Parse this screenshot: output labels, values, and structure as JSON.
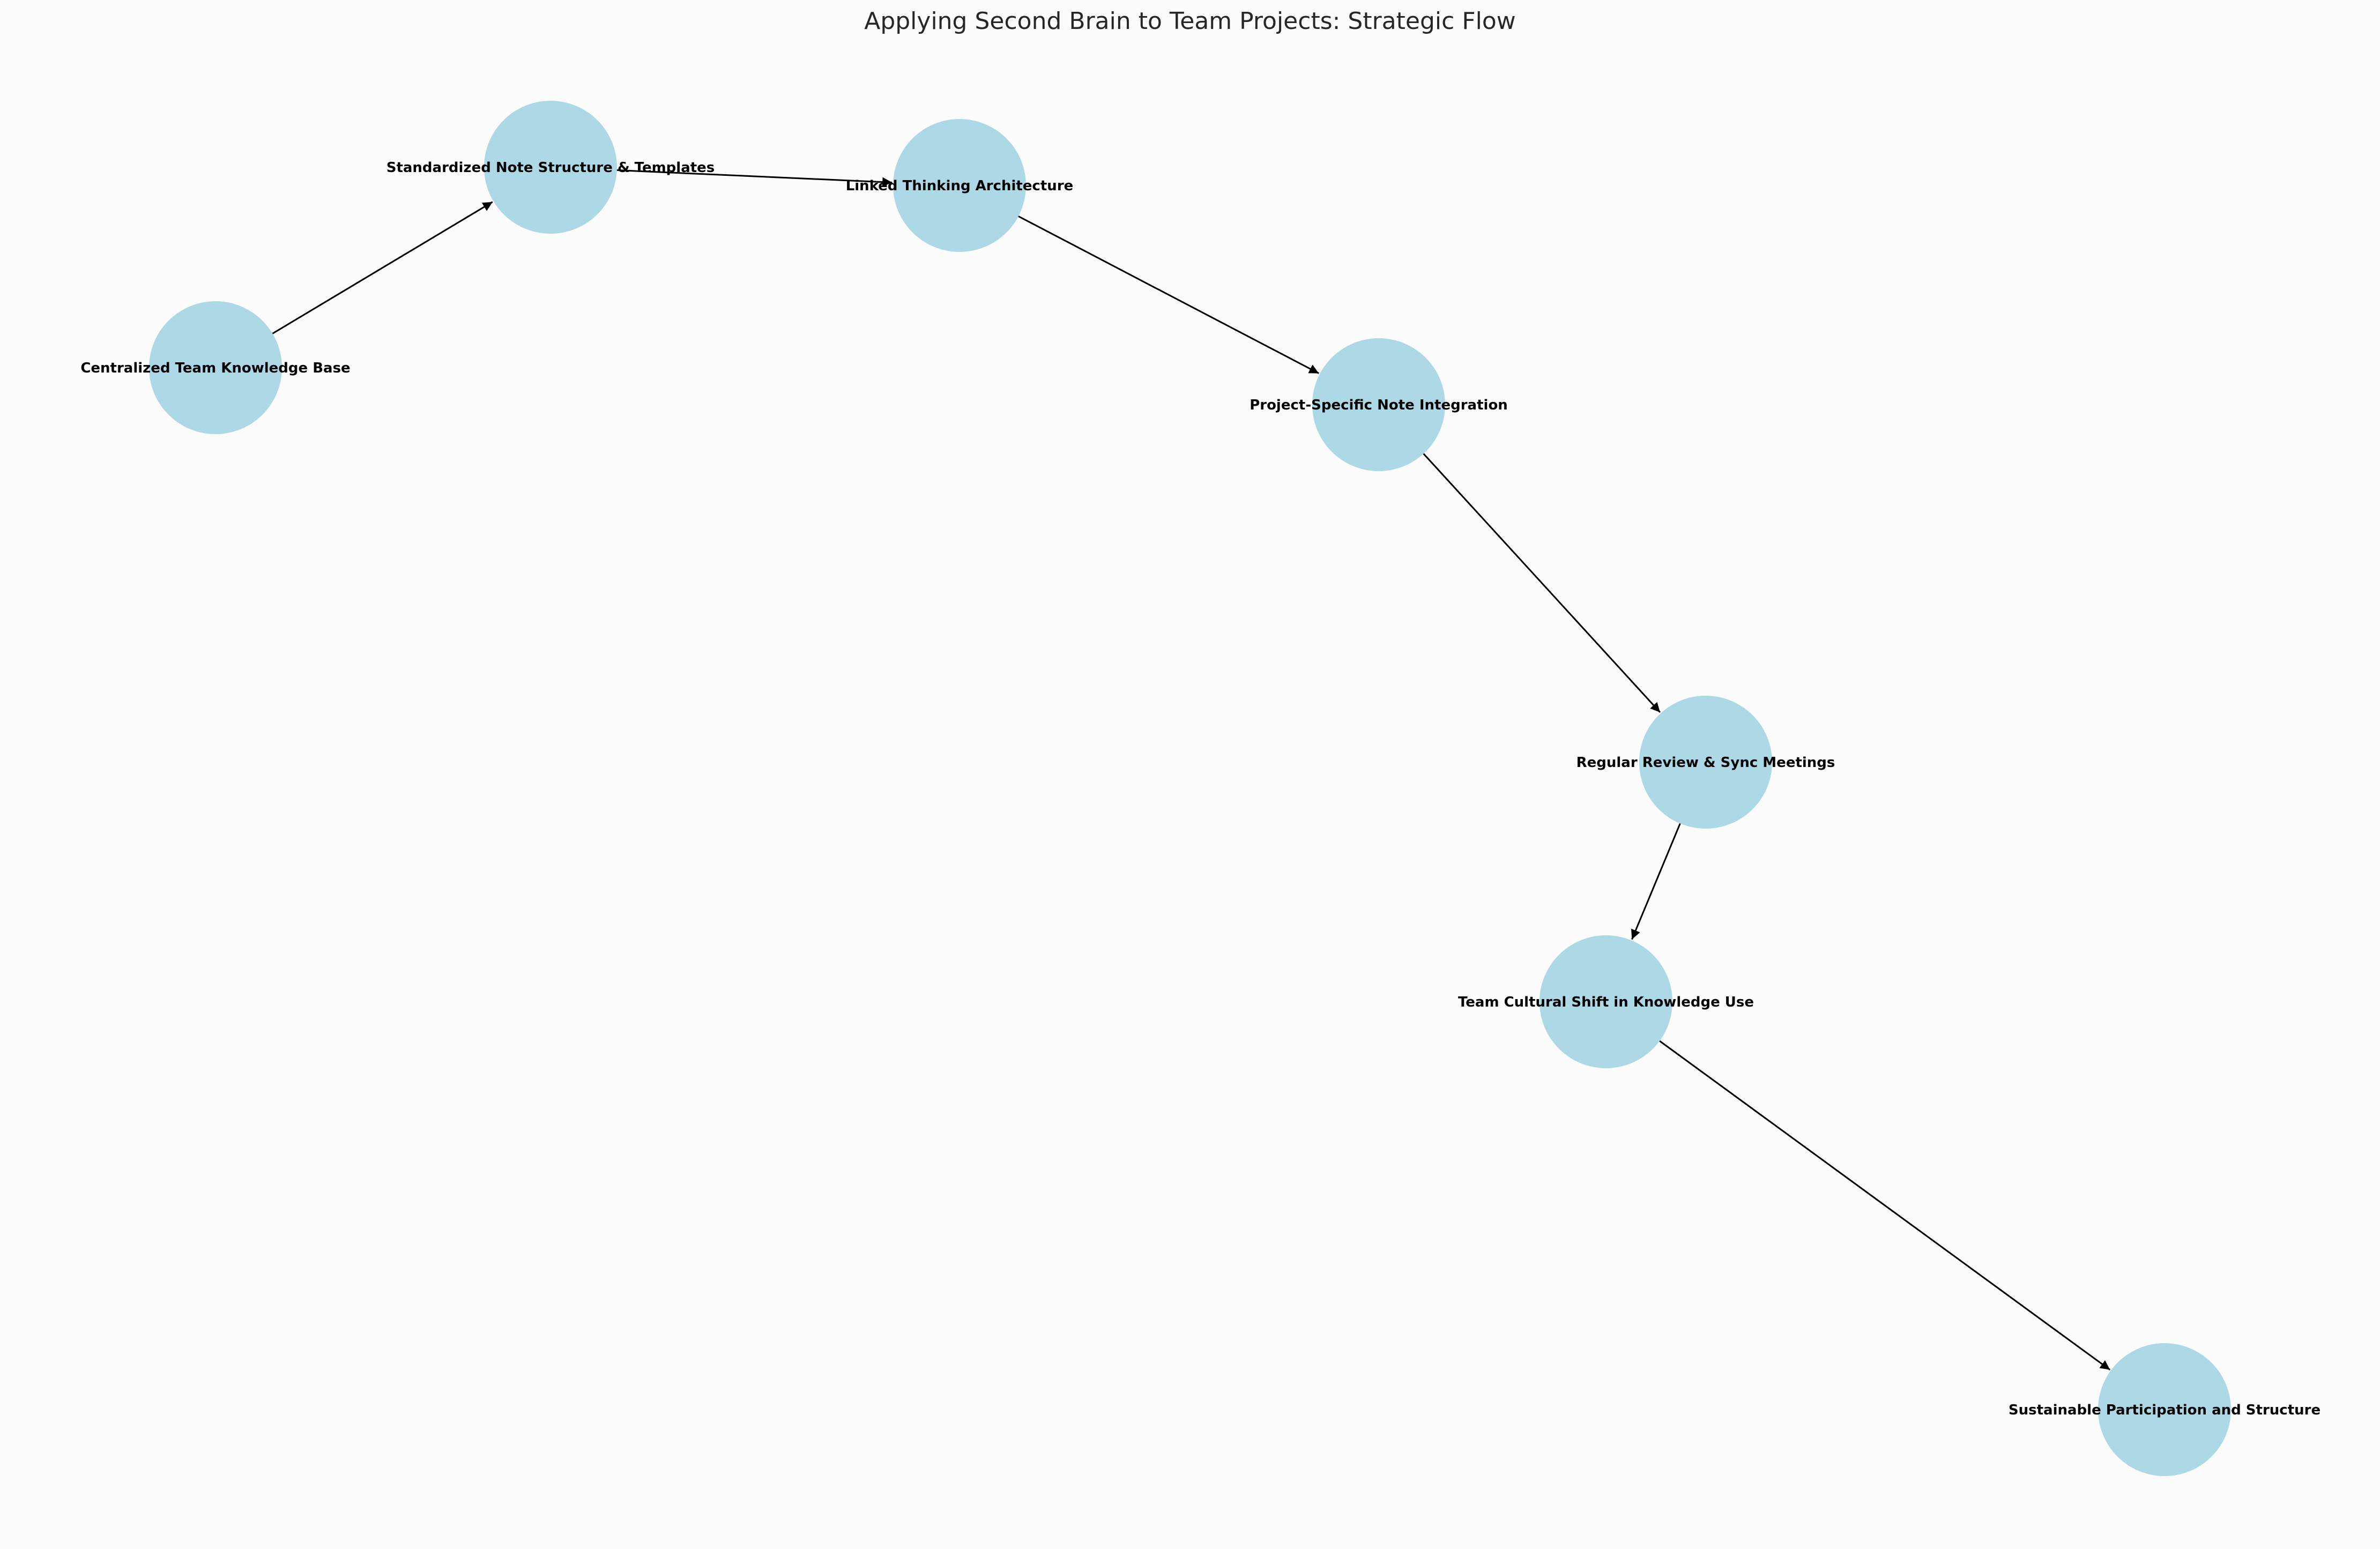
{
  "title": "Applying Second Brain to Team Projects: Strategic Flow",
  "colors": {
    "background": "#fcfcfc",
    "node_fill": "#add8e6",
    "edge": "#000000",
    "label": "#000000",
    "title": "#262626"
  },
  "nodes": [
    {
      "id": "n1",
      "label": "Centralized Team Knowledge Base"
    },
    {
      "id": "n2",
      "label": "Standardized Note Structure & Templates"
    },
    {
      "id": "n3",
      "label": "Linked Thinking Architecture"
    },
    {
      "id": "n4",
      "label": "Project-Specific Note Integration"
    },
    {
      "id": "n5",
      "label": "Regular Review & Sync Meetings"
    },
    {
      "id": "n6",
      "label": "Team Cultural Shift in Knowledge Use"
    },
    {
      "id": "n7",
      "label": "Sustainable Participation and Structure"
    }
  ],
  "edges": [
    {
      "from": "n1",
      "to": "n2"
    },
    {
      "from": "n2",
      "to": "n3"
    },
    {
      "from": "n3",
      "to": "n4"
    },
    {
      "from": "n4",
      "to": "n5"
    },
    {
      "from": "n5",
      "to": "n6"
    },
    {
      "from": "n6",
      "to": "n7"
    }
  ]
}
